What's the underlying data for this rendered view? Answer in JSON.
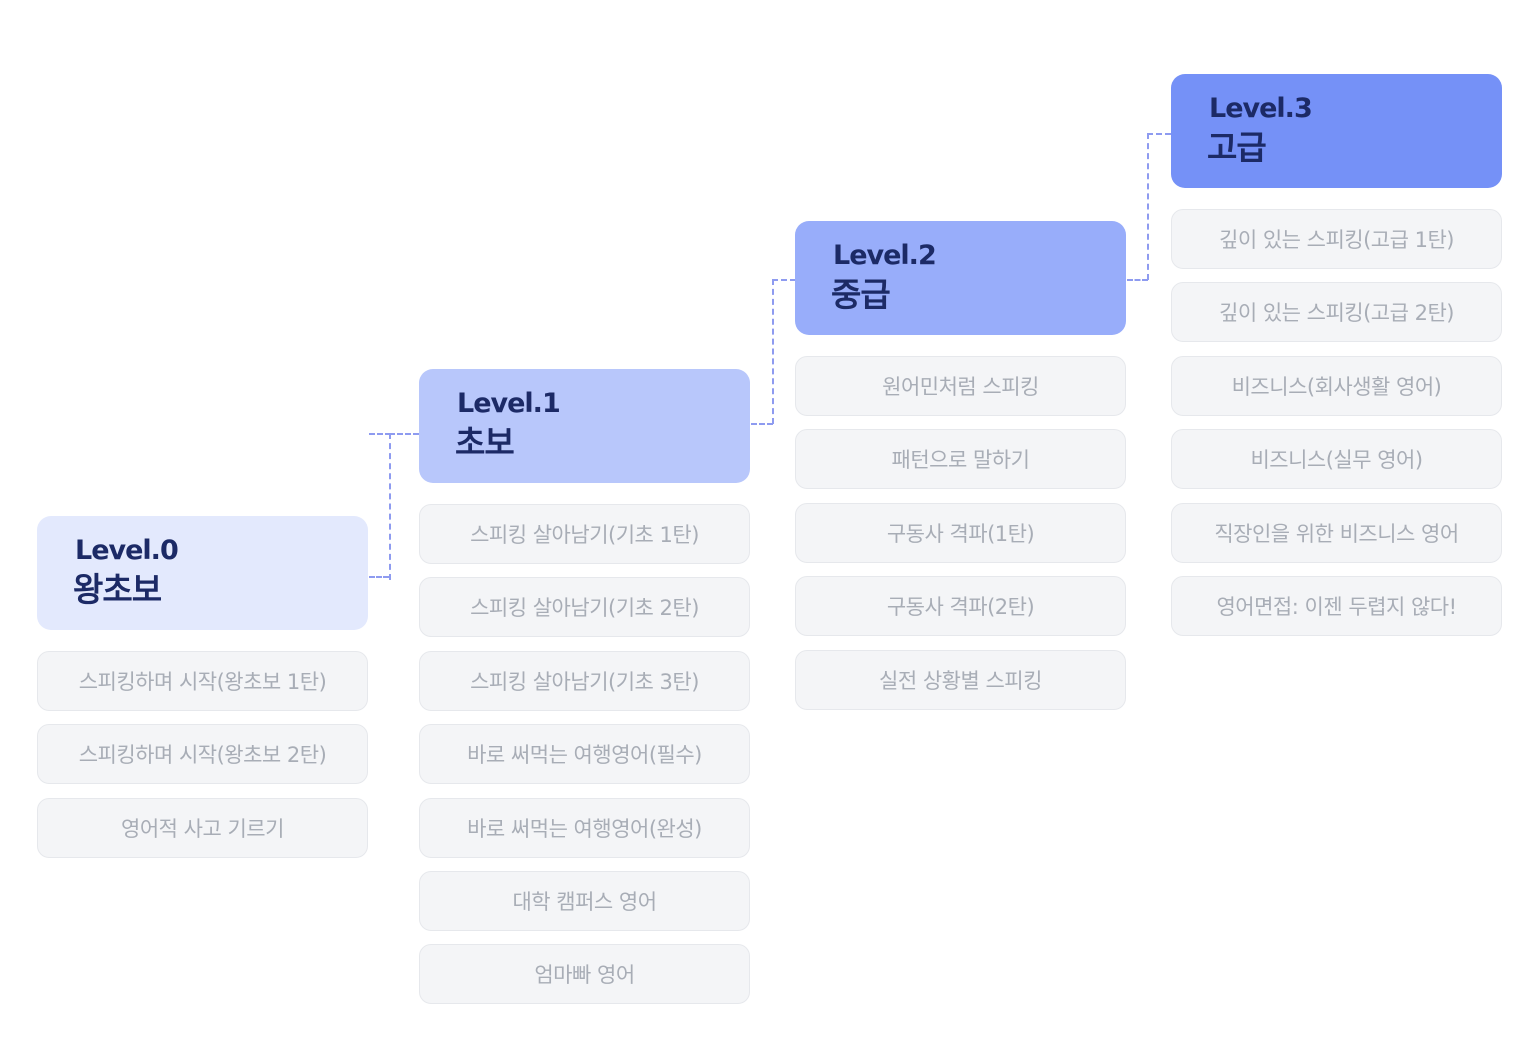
{
  "levels": [
    {
      "name": "Level.0",
      "title": "왕초보",
      "color": "#e3e9fd",
      "courses": [
        "스피킹하며 시작(왕초보 1탄)",
        "스피킹하며 시작(왕초보 2탄)",
        "영어적 사고 기르기"
      ]
    },
    {
      "name": "Level.1",
      "title": "초보",
      "color": "#b8c7fb",
      "courses": [
        "스피킹 살아남기(기초 1탄)",
        "스피킹 살아남기(기초 2탄)",
        "스피킹 살아남기(기초 3탄)",
        "바로 써먹는 여행영어(필수)",
        "바로 써먹는 여행영어(완성)",
        "대학 캠퍼스 영어",
        "엄마빠 영어"
      ]
    },
    {
      "name": "Level.2",
      "title": "중급",
      "color": "#98adfa",
      "courses": [
        "원어민처럼 스피킹",
        "패턴으로 말하기",
        "구동사 격파(1탄)",
        "구동사 격파(2탄)",
        "실전 상황별 스피킹"
      ]
    },
    {
      "name": "Level.3",
      "title": "고급",
      "color": "#7591f7",
      "courses": [
        "깊이 있는 스피킹(고급 1탄)",
        "깊이 있는 스피킹(고급 2탄)",
        "비즈니스(회사생활 영어)",
        "비즈니스(실무 영어)",
        "직장인을 위한 비즈니스 영어",
        "영어면접: 이젠 두렵지 않다!"
      ]
    }
  ],
  "colors": {
    "text_dark": "#1c2a66",
    "course_text": "#a8adb6",
    "course_bg": "#f4f5f7",
    "connector": "#8e9bf0"
  }
}
